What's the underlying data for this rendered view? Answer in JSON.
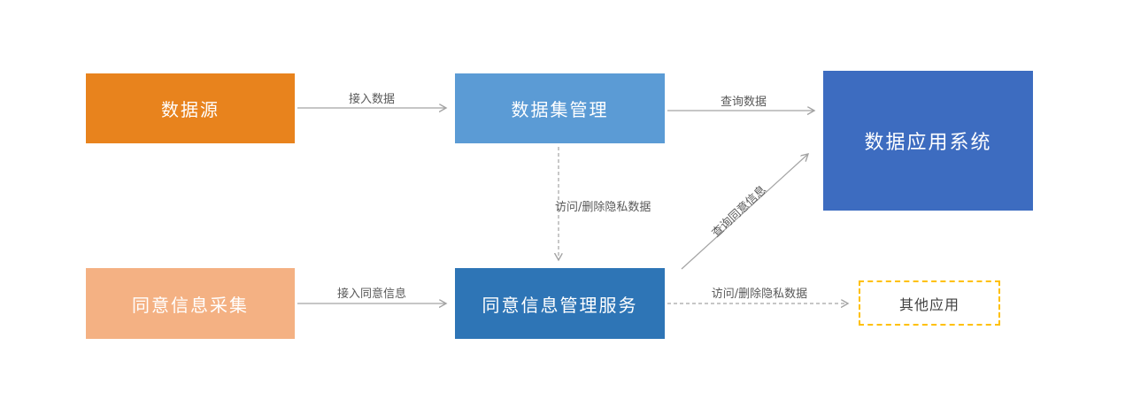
{
  "diagram": {
    "nodes": {
      "data_source": {
        "label": "数据源",
        "color": "#E8831D",
        "text_color": "#FFFFFF"
      },
      "dataset_mgmt": {
        "label": "数据集管理",
        "color": "#5B9BD5",
        "text_color": "#FFFFFF"
      },
      "data_app_system": {
        "label": "数据应用系统",
        "color": "#3D6CC0",
        "text_color": "#FFFFFF"
      },
      "consent_collect": {
        "label": "同意信息采集",
        "color": "#F4B183",
        "text_color": "#FFFFFF"
      },
      "consent_mgmt": {
        "label": "同意信息管理服务",
        "color": "#2E75B6",
        "text_color": "#FFFFFF"
      },
      "other_apps": {
        "label": "其他应用",
        "color": "#FFFFFF",
        "border_color": "#FFC000",
        "text_color": "#404040"
      }
    },
    "edges": {
      "access_data": {
        "label": "接入数据",
        "style": "solid",
        "from": "data_source",
        "to": "dataset_mgmt"
      },
      "query_data": {
        "label": "查询数据",
        "style": "solid",
        "from": "dataset_mgmt",
        "to": "data_app_system"
      },
      "access_delete_private_v": {
        "label": "访问/删除隐私数据",
        "style": "dashed",
        "from": "dataset_mgmt",
        "to": "consent_mgmt"
      },
      "query_consent": {
        "label": "查询同意信息",
        "style": "solid",
        "from": "consent_mgmt",
        "to": "data_app_system"
      },
      "access_consent": {
        "label": "接入同意信息",
        "style": "solid",
        "from": "consent_collect",
        "to": "consent_mgmt"
      },
      "access_delete_private_h": {
        "label": "访问/删除隐私数据",
        "style": "dashed",
        "from": "consent_mgmt",
        "to": "other_apps"
      }
    },
    "edge_color": "#A3A3A3",
    "edge_label_color": "#595959"
  }
}
